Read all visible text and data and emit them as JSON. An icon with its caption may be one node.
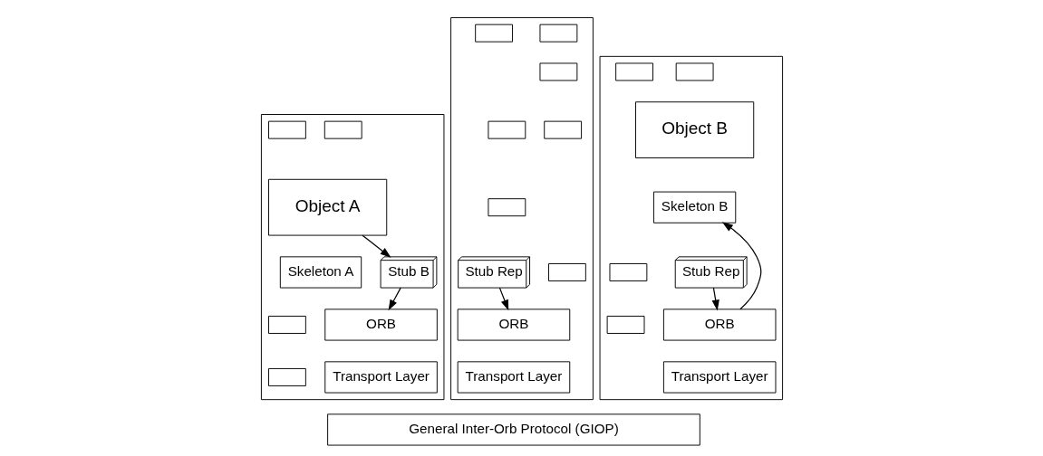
{
  "diagram": {
    "nodes": [
      {
        "text": [],
        "shape": "box"
      },
      {
        "text": [],
        "shape": "box",
        "in": 0
      },
      {
        "text": [],
        "shape": "box",
        "in": 0
      },
      {
        "text": [
          "Object A"
        ],
        "in": 0
      },
      {
        "text": [
          "Skeleton A"
        ],
        "in": 0
      },
      {
        "text": [],
        "shape": "box",
        "in": 0
      },
      {
        "text": [],
        "shape": "box",
        "in": 0
      },
      {
        "text": [
          "Stub B"
        ],
        "in": 0
      },
      {
        "text": [
          "ORB"
        ],
        "in": 0
      },
      {
        "text": [
          "Transport Layer"
        ],
        "in": 0
      },
      {
        "text": [],
        "shape": "box"
      },
      {
        "text": [],
        "shape": "box",
        "in": 10
      },
      {
        "text": [],
        "shape": "box",
        "in": 10
      },
      {
        "text": [],
        "shape": "box",
        "in": 10
      },
      {
        "text": [],
        "shape": "box",
        "in": 10
      },
      {
        "text": [],
        "shape": "box",
        "in": 10
      },
      {
        "text": [],
        "shape": "box",
        "in": 10
      },
      {
        "text": [
          "Stub Rep"
        ],
        "in": 10
      },
      {
        "text": [],
        "shape": "box",
        "in": 10
      },
      {
        "text": [
          "ORB"
        ],
        "in": 10
      },
      {
        "text": [
          "Transport Layer"
        ],
        "in": 10
      },
      {
        "text": [],
        "shape": "box"
      },
      {
        "text": [],
        "shape": "box",
        "in": 21
      },
      {
        "text": [],
        "shape": "box",
        "in": 21
      },
      {
        "text": [
          "Object B"
        ],
        "in": 21
      },
      {
        "text": [
          "Skeleton B"
        ],
        "in": 21
      },
      {
        "text": [],
        "shape": "box",
        "in": 21
      },
      {
        "text": [
          "Stub Rep"
        ],
        "in": 21
      },
      {
        "text": [],
        "shape": "box",
        "in": 21
      },
      {
        "text": [
          "ORB"
        ],
        "in": 21
      },
      {
        "text": [
          "Transport Layer"
        ],
        "in": 21
      },
      {
        "text": [
          "General Inter-Orb Protocol (GIOP)"
        ]
      }
    ],
    "edges": [
      {
        "from": 3,
        "to": 7,
        "arrow": "to"
      },
      {
        "from": 7,
        "to": 8,
        "arrow": "to"
      },
      {
        "from": 17,
        "to": 19,
        "arrow": "to"
      },
      {
        "from": 27,
        "to": 29,
        "arrow": "to"
      },
      {
        "from": 29,
        "to": 25,
        "arrow": "to"
      }
    ]
  }
}
